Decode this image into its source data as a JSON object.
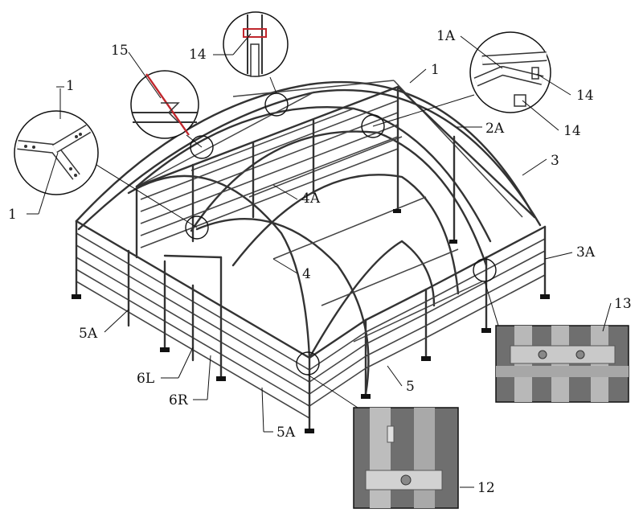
{
  "labels": {
    "l1_top": "1",
    "l1_left_a": "1",
    "l1_left_b": "1",
    "l1A": "1A",
    "l14_top": "14",
    "l14_right_a": "14",
    "l14_right_b": "14",
    "l15": "15",
    "l2A": "2A",
    "l3": "3",
    "l3A": "3A",
    "l4A": "4A",
    "l4": "4",
    "l5A_left": "5A",
    "l5A_bottom": "5A",
    "l5": "5",
    "l6L": "6L",
    "l6R": "6R",
    "l12": "12",
    "l13": "13"
  },
  "colors": {
    "line": "#333333",
    "text": "#111111",
    "photo_bg": "#6f6f6f",
    "tube_metal": "#b8b8b8",
    "red_accent": "#c0262c"
  }
}
